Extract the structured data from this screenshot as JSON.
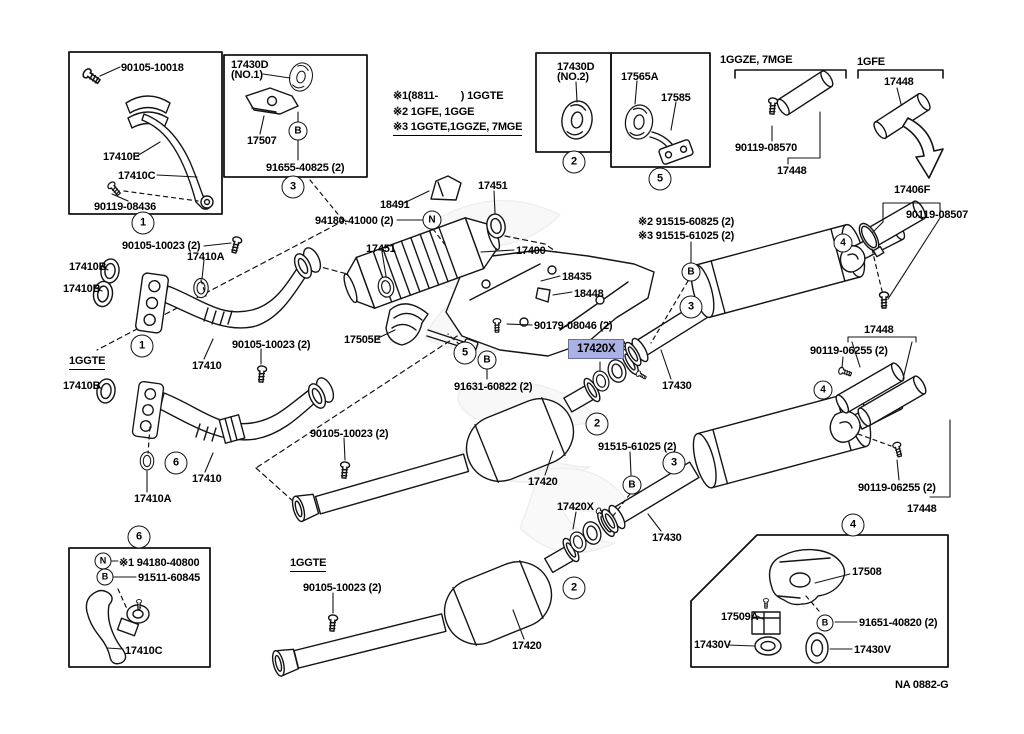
{
  "title_code": "NA 0882-G",
  "highlight": {
    "part": "17420X",
    "color": "#a9b2e2"
  },
  "sections": {
    "box1": [
      "90105-10018",
      "17410E",
      "17410C",
      "90119-08436"
    ],
    "box2": [
      "17430D",
      "(NO.1)",
      "17507",
      "91655-40825 (2)"
    ],
    "notes": [
      "※1(8811-        ) 1GGTE",
      "※2 1GFE, 1GGE",
      "※3 1GGTE,1GGZE, 7MGE"
    ],
    "box3": [
      "17430D",
      "(NO.2)"
    ],
    "box4": [
      "17565A",
      "17585"
    ],
    "top_right": [
      "1GGZE, 7MGE",
      "90119-08570",
      "17448",
      "1GFE",
      "17448"
    ],
    "right": [
      "17406F",
      "90119-08507"
    ],
    "center_top": [
      "18491",
      "94180-41000 (2)",
      "17451",
      "17451",
      "17400",
      "18435",
      "18448",
      "90179-08046 (2)",
      "17505E"
    ],
    "notes2": [
      "※2 91515-60825 (2)",
      "※3 91515-61025 (2)"
    ],
    "left": [
      "90105-10023 (2)",
      "17410A",
      "17410B",
      "17410B",
      "1GGTE",
      "17410",
      "90105-10023 (2)",
      "17410B",
      "17410",
      "17410A"
    ],
    "box5": [
      "※1 94180-40800",
      "91511-60845",
      "17410C"
    ],
    "center_bottom": [
      "90105-10023 (2)",
      "17420",
      "17420X",
      "17430",
      "91631-60822 (2)",
      "91515-61025 (2)",
      "17420X",
      "17430",
      "1GGTE",
      "90105-10023 (2)",
      "17420"
    ],
    "right_side": [
      "17448",
      "90119-06255 (2)",
      "90119-06255 (2)",
      "17448"
    ],
    "box6": [
      "17508",
      "17509A",
      "91651-40820 (2)",
      "17430V",
      "17430V"
    ]
  },
  "balloons": [
    "1",
    "3",
    "B",
    "2",
    "5",
    "N",
    "1",
    "6",
    "6",
    "N",
    "B",
    "5",
    "B",
    "B",
    "3",
    "2",
    "B",
    "3",
    "2",
    "4",
    "4",
    "4",
    "B"
  ]
}
